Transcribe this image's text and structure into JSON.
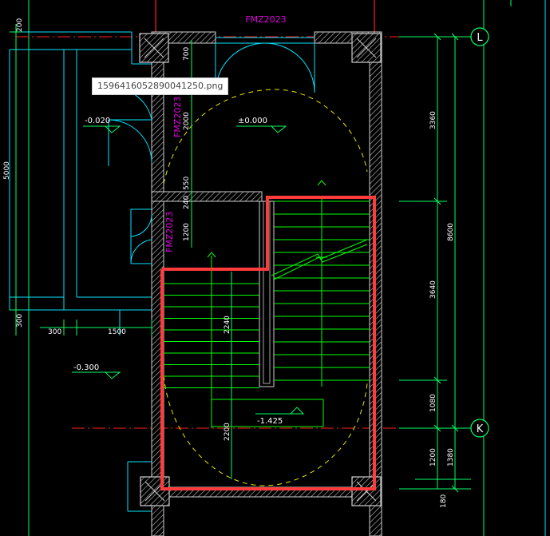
{
  "tooltip": "1596416052890041250.png",
  "door_labels": {
    "top": "FMZ2023",
    "middle": "FMZ2023",
    "lower": "FMZ2023"
  },
  "levels": {
    "upper_left": "-0.020",
    "landing": "±0.000",
    "lower_left": "-0.300",
    "pit": "-1.425"
  },
  "axes": {
    "top": "L",
    "bottom": "K"
  },
  "dims": {
    "d200": "200",
    "d5000": "5000",
    "d300a": "300",
    "d300b": "300",
    "d1500": "1500",
    "d700": "700",
    "d2000": "2000",
    "d550": "550",
    "d240": "240",
    "d1200a": "1200",
    "d2240": "2240",
    "d2200": "2200",
    "d3360": "3360",
    "d8600": "8600",
    "d3640": "3640",
    "d1080": "1080",
    "d1200b": "1200",
    "d1380": "1380",
    "d180": "180"
  },
  "colors": {
    "wall": "#cfcfcf",
    "stair": "#00ff00",
    "dimension": "#00ff66",
    "door": "#00e5ff",
    "label": "#e000e0",
    "highlight": "#ff3b3b",
    "axis_red": "#ff2020",
    "dashed": "#e8e800",
    "text": "#ffffff"
  }
}
